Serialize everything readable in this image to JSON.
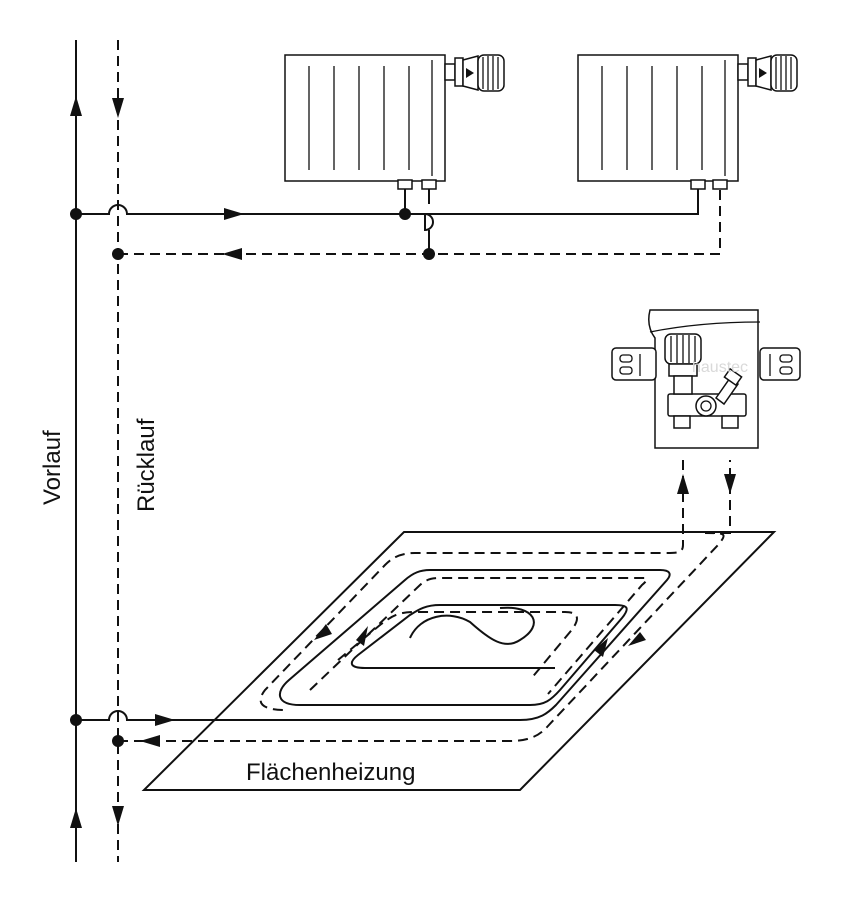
{
  "labels": {
    "supply": "Vorlauf",
    "return": "Rücklauf",
    "floor_heating": "Flächenheizung"
  },
  "watermark": "haustec"
}
